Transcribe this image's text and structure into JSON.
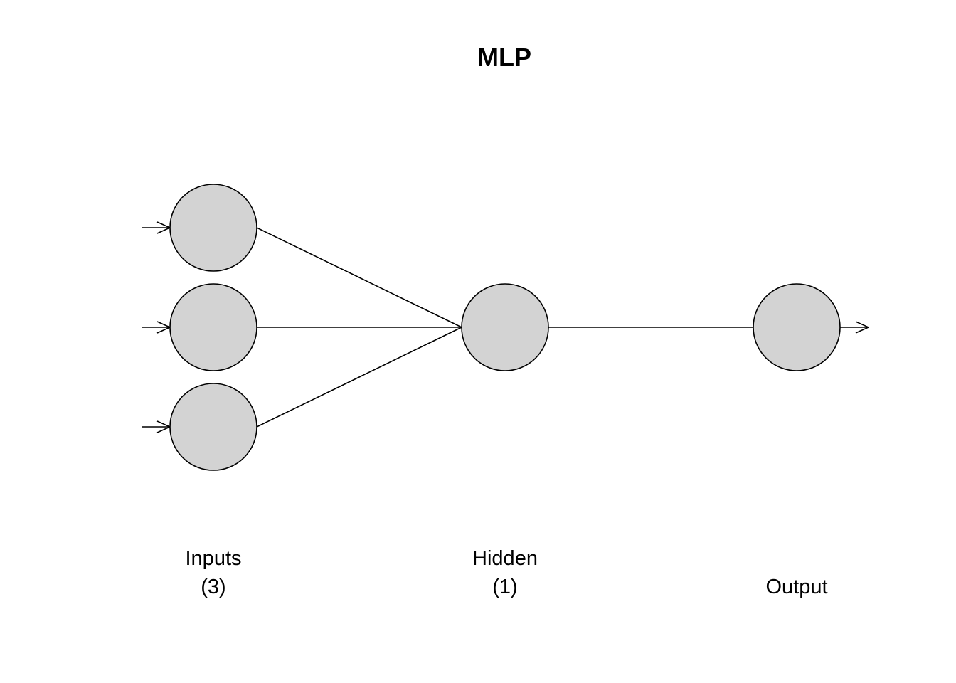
{
  "diagram": {
    "title": "MLP",
    "node_fill": "#d3d3d3",
    "stroke_color": "#000000",
    "layers": [
      {
        "name": "Inputs",
        "count_label": "(3)",
        "nodes": 3
      },
      {
        "name": "Hidden",
        "count_label": "(1)",
        "nodes": 1
      },
      {
        "name": "Output",
        "count_label": "",
        "nodes": 1
      }
    ],
    "connections": [
      [
        "input-1",
        "hidden-1"
      ],
      [
        "input-2",
        "hidden-1"
      ],
      [
        "input-3",
        "hidden-1"
      ],
      [
        "hidden-1",
        "output-1"
      ]
    ]
  }
}
